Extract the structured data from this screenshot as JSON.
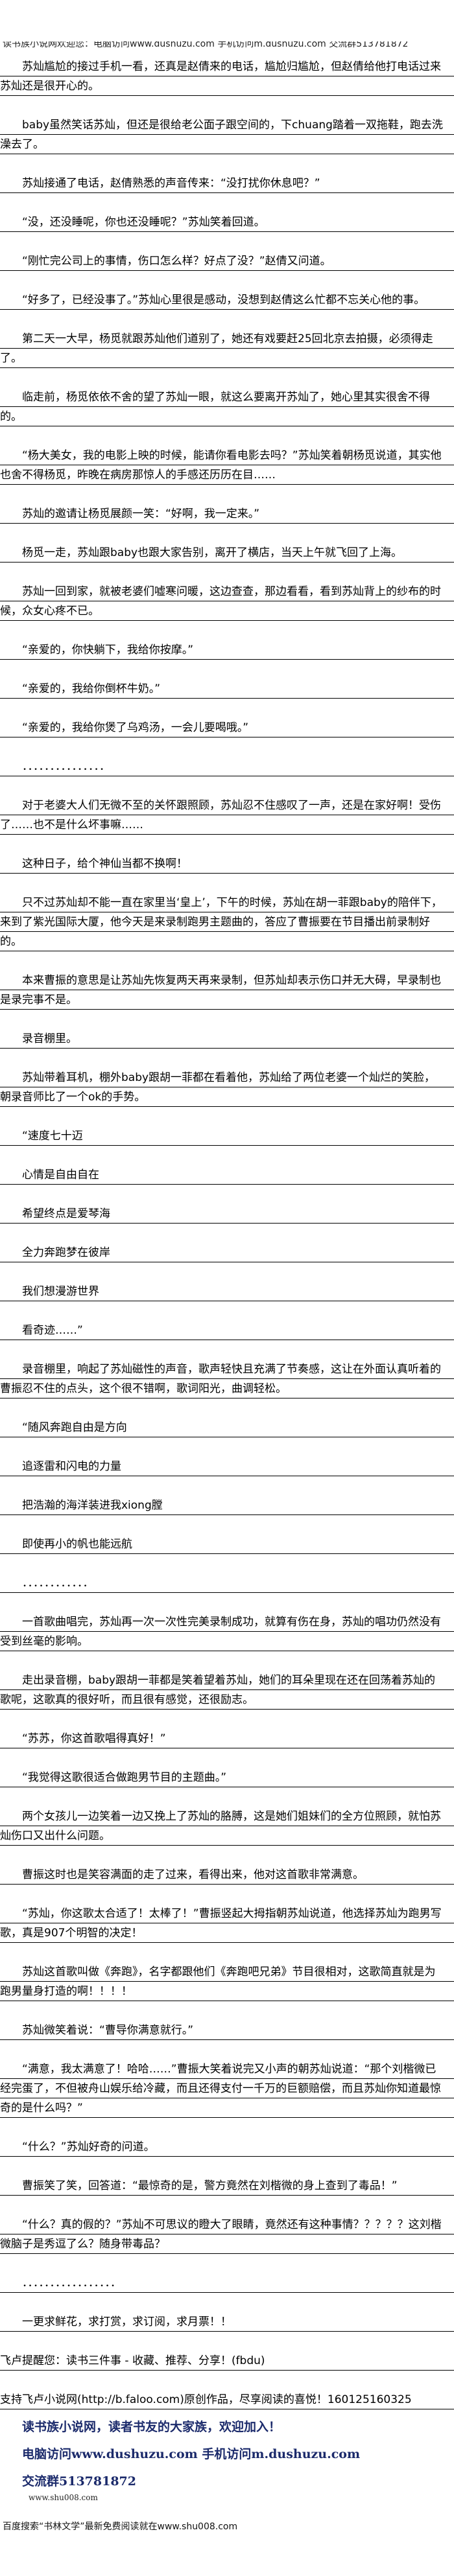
{
  "header": "读书族小说网欢迎您：电脑访问www.dushuzu.com 手机访问m.dushuzu.com 交流群513781872",
  "paragraphs": [
    "苏灿尴尬的接过手机一看，还真是赵倩来的电话，尴尬归尴尬，但赵倩给他打电话过来苏灿还是很开心的。",
    "baby虽然笑话苏灿，但还是很给老公面子跟空间的，下chuang踏着一双拖鞋，跑去洗澡去了。",
    "苏灿接通了电话，赵倩熟悉的声音传来：“没打扰你休息吧？”",
    "“没，还没睡呢，你也还没睡呢？”苏灿笑着回道。",
    "“刚忙完公司上的事情，伤口怎么样？好点了没？”赵倩又问道。",
    "“好多了，已经没事了。”苏灿心里很是感动，没想到赵倩这么忙都不忘关心他的事。",
    "第二天一大早，杨觅就跟苏灿他们道别了，她还有戏要赶25回北京去拍摄，必须得走了。",
    "临走前，杨觅依依不舍的望了苏灿一眼，就这么要离开苏灿了，她心里其实很舍不得的。",
    "“杨大美女，我的电影上映的时候，能请你看电影去吗？”苏灿笑着朝杨觅说道，其实他也舍不得杨觅，昨晚在病房那惊人的手感还历历在目……",
    "苏灿的邀请让杨觅展颜一笑：“好啊，我一定来。”",
    "杨觅一走，苏灿跟baby也跟大家告别，离开了横店，当天上午就飞回了上海。",
    "苏灿一回到家，就被老婆们嘘寒问暖，这边查查，那边看看，看到苏灿背上的纱布的时候，众女心疼不已。",
    "“亲爱的，你快躺下，我给你按摩。”",
    "“亲爱的，我给你倒杯牛奶。”",
    "“亲爱的，我给你煲了乌鸡汤，一会儿要喝哦。”",
    "．．．．．．．．．．．．．．．",
    "对于老婆大人们无微不至的关怀跟照顾，苏灿忍不住感叹了一声，还是在家好啊！受伤了……也不是什么坏事嘛……",
    "这种日子，给个神仙当都不换啊！",
    "只不过苏灿却不能一直在家里当‘皇上’，下午的时候，苏灿在胡一菲跟baby的陪伴下，来到了紫光国际大厦，他今天是来录制跑男主题曲的，答应了曹振要在节目播出前录制好的。",
    "本来曹振的意思是让苏灿先恢复两天再来录制，但苏灿却表示伤口并无大碍，早录制也是录完事不是。",
    "录音棚里。",
    "苏灿带着耳机，棚外baby跟胡一菲都在看着他，苏灿给了两位老婆一个灿烂的笑脸，朝录音师比了一个ok的手势。",
    "“速度七十迈",
    "心情是自由自在",
    "希望终点是爱琴海",
    "全力奔跑梦在彼岸",
    "我们想漫游世界",
    "看奇迹……”",
    "录音棚里，响起了苏灿磁性的声音，歌声轻快且充满了节奏感，这让在外面认真听着的曹振忍不住的点头，这个很不错啊，歌词阳光，曲调轻松。",
    "“随风奔跑自由是方向",
    "追逐雷和闪电的力量",
    "把浩瀚的海洋装进我xiong膛",
    "即使再小的帆也能远航",
    "．．．．．．．．．．．．",
    "一首歌曲唱完，苏灿再一次一次性完美录制成功，就算有伤在身，苏灿的唱功仍然没有受到丝毫的影响。",
    "走出录音棚，baby跟胡一菲都是笑着望着苏灿，她们的耳朵里现在还在回荡着苏灿的歌呢，这歌真的很好听，而且很有感觉，还很励志。",
    "“苏苏，你这首歌唱得真好！”",
    "“我觉得这歌很适合做跑男节目的主题曲。”",
    "两个女孩儿一边笑着一边又挽上了苏灿的胳膊，这是她们姐妹们的全方位照顾，就怕苏灿伤口又出什么问题。",
    "曹振这时也是笑容满面的走了过来，看得出来，他对这首歌非常满意。",
    "“苏灿，你这歌太合适了！太棒了！”曹振竖起大拇指朝苏灿说道，他选择苏灿为跑男写歌，真是907个明智的决定！",
    "苏灿这首歌叫做《奔跑》，名字都跟他们《奔跑吧兄弟》节目很相对，这歌简直就是为跑男量身打造的啊！！！！",
    "苏灿微笑着说：“曹导你满意就行。”",
    "“满意，我太满意了！哈哈……”曹振大笑着说完又小声的朝苏灿说道：“那个刘楷微已经完蛋了，不但被舟山娱乐给冷藏，而且还得支付一千万的巨额赔偿，而且苏灿你知道最惊奇的是什么吗？”",
    "“什么？”苏灿好奇的问道。",
    "曹振笑了笑，回答道：“最惊奇的是，警方竟然在刘楷微的身上查到了毒品！”",
    "“什么？真的假的？”苏灿不可思议的瞪大了眼睛，竟然还有这种事情？？？？？这刘楷微脑子是秀逗了么？随身带毒品？",
    "．．．．．．．．．．．．．．．．．",
    "一更求鲜花，求打赏，求订阅，求月票！！"
  ],
  "notices": [
    "飞卢提醒您：读书三件事 - 收藏、推荐、分享！(fbdu)",
    "支持飞卢小说网(http://b.faloo.com)原创作品，尽享阅读的喜悦！160125160325"
  ],
  "footer": {
    "welcome": "读书族小说网，读者书友的大家族，欢迎加入！",
    "access": "电脑访问www.dushuzu.com 手机访问m.dushuzu.com",
    "group": "交流群513781872",
    "site": "www.shu008.com",
    "baidu": "百度搜索“书林文学”最新免费阅读就在www.shu008.com"
  }
}
